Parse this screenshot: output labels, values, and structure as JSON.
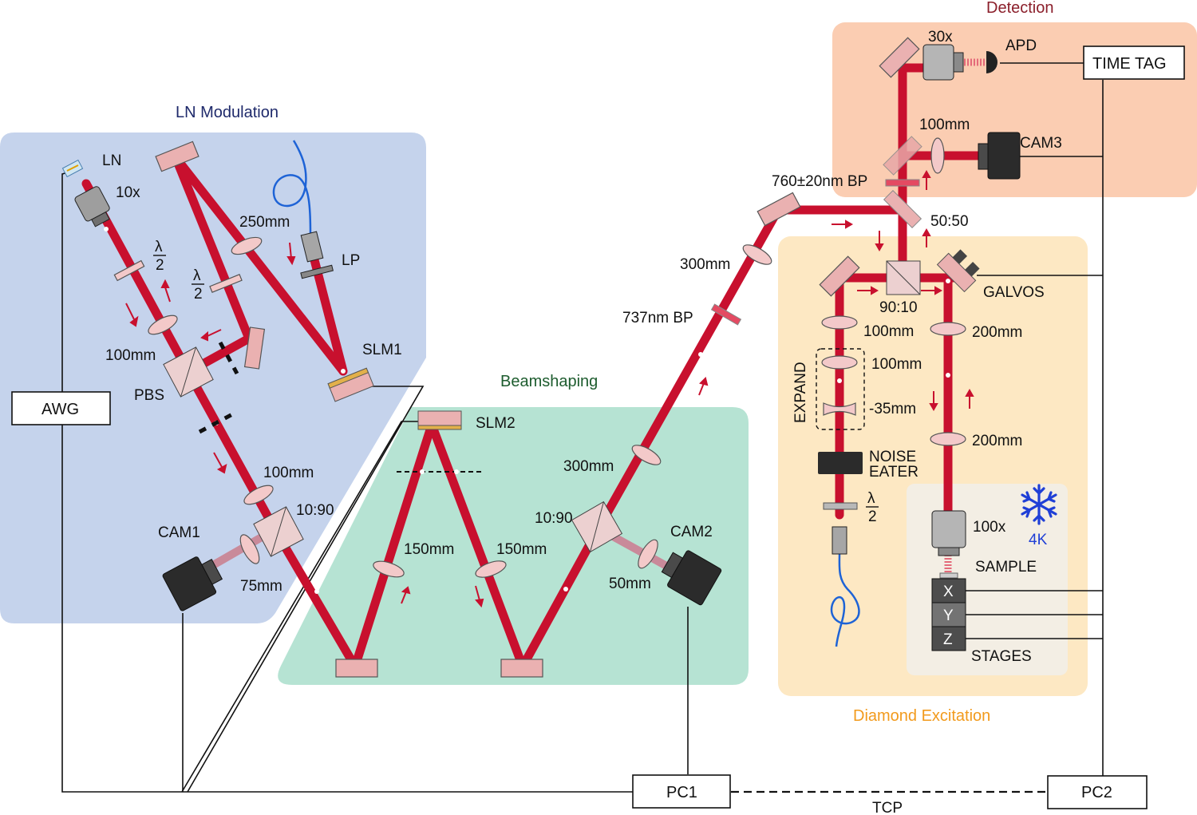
{
  "regions": {
    "ln_modulation": "LN Modulation",
    "beamshaping": "Beamshaping",
    "detection": "Detection",
    "diamond_excitation": "Diamond Excitation"
  },
  "colors": {
    "beam": "#c8102e",
    "ln_region": "#c5d3ec",
    "beamshaping_region": "#b6e3d3",
    "detection_region": "#fbcdb2",
    "diamond_region": "#fde8c3",
    "fiber": "#1e63d6",
    "title_ln": "#1f2a6b",
    "title_beamshaping": "#1d5c2e",
    "title_detection": "#8b1f2b",
    "title_diamond": "#f29a1c",
    "snowflake": "#1f3fd6"
  },
  "labels": {
    "ln": "LN",
    "obj_10x": "10x",
    "half": "λ",
    "half_den": "2",
    "lens_250": "250mm",
    "lp": "LP",
    "lens_100_ln": "100mm",
    "pbs": "PBS",
    "slm1": "SLM1",
    "awg": "AWG",
    "lens_100_b": "100mm",
    "bs_1090_a": "10:90",
    "cam1": "CAM1",
    "lens_75": "75mm",
    "slm2": "SLM2",
    "lens_150_a": "150mm",
    "lens_150_b": "150mm",
    "bs_1090_b": "10:90",
    "cam2": "CAM2",
    "lens_50": "50mm",
    "lens_300_a": "300mm",
    "lens_300_b": "300mm",
    "bp_737": "737nm BP",
    "bp_760": "760±20nm BP",
    "bs_5050": "50:50",
    "obj_30x": "30x",
    "apd": "APD",
    "time_tag": "TIME TAG",
    "lens_100_det": "100mm",
    "cam3": "CAM3",
    "bs_9010": "90:10",
    "galvos": "GALVOS",
    "lens_100_exc": "100mm",
    "lens_200_a": "200mm",
    "lens_100_exp": "100mm",
    "lens_m35": "-35mm",
    "expand": "EXPAND",
    "noise_eater_1": "NOISE",
    "noise_eater_2": "EATER",
    "lens_200_b": "200mm",
    "obj_100x": "100x",
    "temp_4k": "4K",
    "sample": "SAMPLE",
    "stage_x": "X",
    "stage_y": "Y",
    "stage_z": "Z",
    "stages": "STAGES",
    "pc1": "PC1",
    "pc2": "PC2",
    "tcp": "TCP"
  },
  "icons": {
    "snowflake": "snowflake-icon",
    "fiber": "optical-fiber-icon"
  }
}
